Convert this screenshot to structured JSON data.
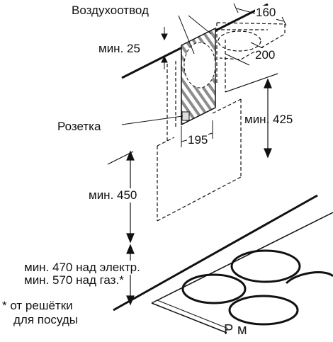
{
  "diagram": {
    "labels": {
      "air_duct": "Воздухоотвод",
      "socket": "Розетка",
      "dim_160": "160",
      "dim_200": "200",
      "dim_195": "195",
      "min_25": "мин. 25",
      "min_425": "мин. 425",
      "min_450": "мин. 450",
      "min_470": "мин. 470 над электр.",
      "min_570": "мин. 570 над газ.*",
      "footnote_line1": "* от решётки",
      "footnote_line2": "для посуды",
      "watermark": "Р                    м"
    },
    "colors": {
      "line": "#111111",
      "hatch_fill": "#9a9a9a",
      "background": "#ffffff"
    }
  }
}
